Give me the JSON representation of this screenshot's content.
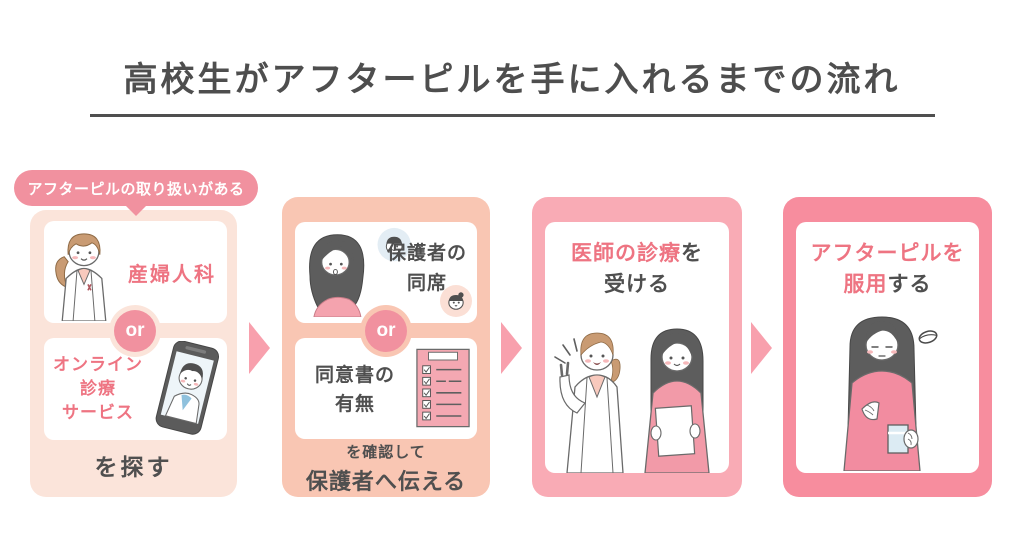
{
  "title": "高校生がアフターピルを手に入れるまでの流れ",
  "colors": {
    "accent_pink": "#f1909e",
    "text_pink": "#ee7482",
    "text_dark": "#4f4f4f",
    "arrow_pink": "#f8a0ad",
    "panel1_bg": "#fbe4da",
    "panel2_bg": "#f9c6b3",
    "panel3_bg": "#f9abb5",
    "pan4_bg": "#f78d9e"
  },
  "step1": {
    "badge": "アフターピルの取り扱いがある",
    "option_a": "産婦人科",
    "or": "or",
    "option_b_line1": "オンライン",
    "option_b_line2": "診療",
    "option_b_line3": "サービス",
    "footer": "を探す"
  },
  "step2": {
    "option_a_line1": "保護者の",
    "option_a_line2": "同席",
    "or": "or",
    "option_b_line1": "同意書の",
    "option_b_line2": "有無",
    "footer_line1": "を確認して",
    "footer_line2": "保護者へ伝える"
  },
  "step3": {
    "heading_accent": "医師の診療",
    "heading_rest": "を",
    "heading_line2": "受ける"
  },
  "step4": {
    "heading_line1": "アフターピルを",
    "heading_line2_accent": "服用",
    "heading_line2_rest": "する"
  }
}
